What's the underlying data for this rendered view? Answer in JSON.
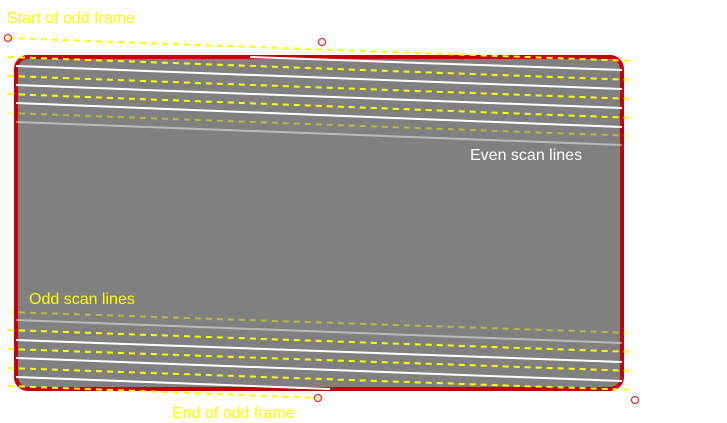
{
  "labels": {
    "start": "Start of odd frame",
    "even": "Even scan lines",
    "odd": "Odd scan lines",
    "end": "End of odd frame"
  },
  "colors": {
    "frame_fill": "#808080",
    "frame_border": "#c00000",
    "odd_line": "#ffff00",
    "even_line": "#ffffff",
    "label_yellow": "#ffff00",
    "label_white": "#ffffff",
    "marker": "#ff0000"
  }
}
